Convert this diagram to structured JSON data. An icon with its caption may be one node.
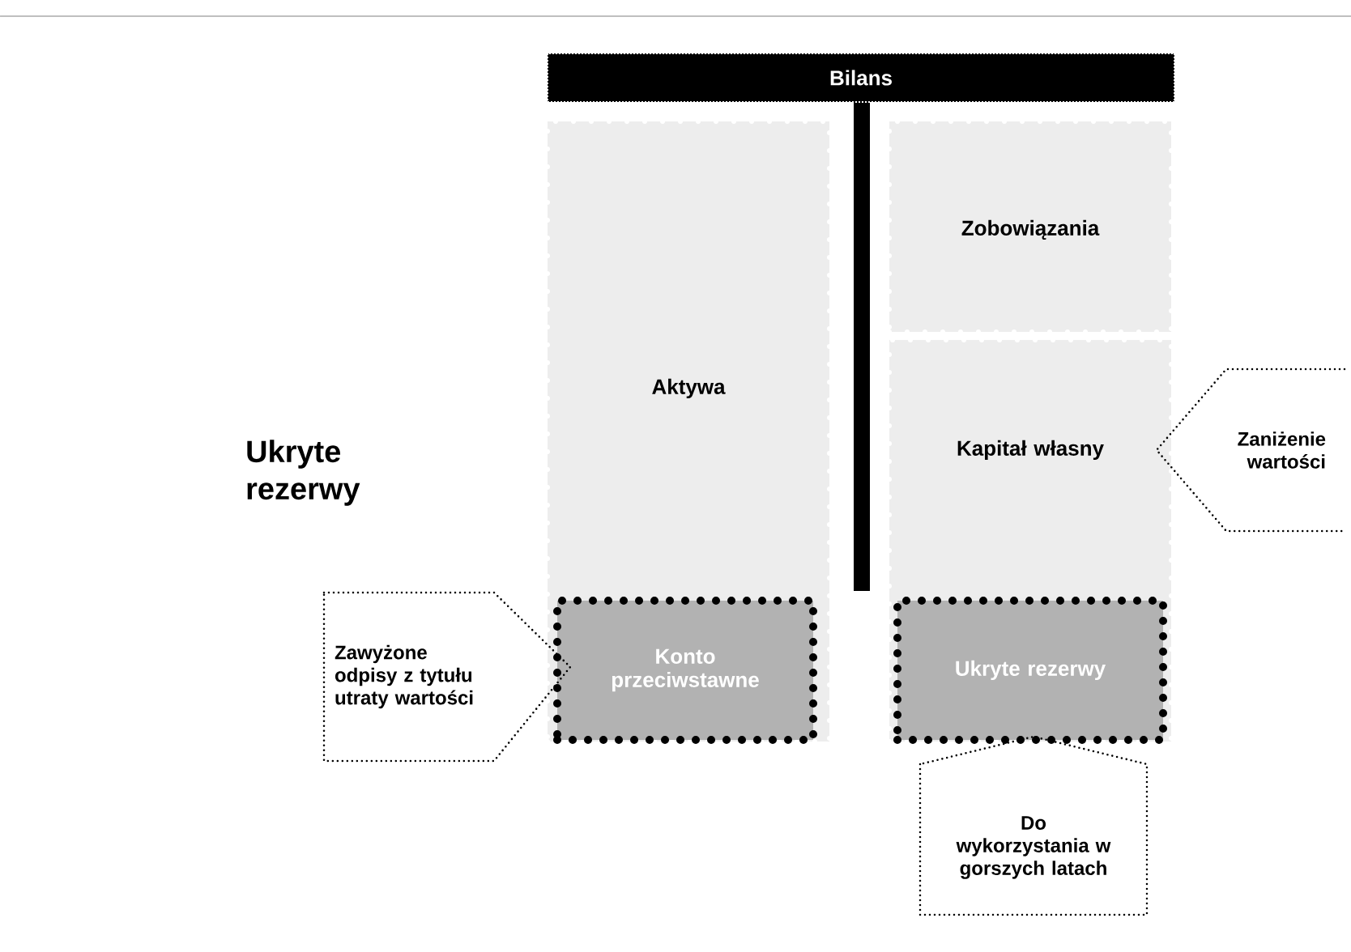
{
  "diagram": {
    "nodes": [
      {
        "text": [
          "Bilans"
        ]
      },
      {
        "text": [
          "Aktywa"
        ]
      },
      {
        "text": [
          "Zobowiązania"
        ]
      },
      {
        "text": [
          "Kapitał własny"
        ]
      },
      {
        "text": [
          "Konto przeciwstawne"
        ],
        "in": 1
      },
      {
        "text": [
          "Ukryte rezerwy"
        ],
        "in": 3
      },
      {
        "text": [
          "Zawyżone odpisy z tytułu utraty wartości"
        ]
      },
      {
        "text": [
          "Zaniżenie wartości"
        ]
      },
      {
        "text": [
          "Do wykorzystania w gorszych latach"
        ]
      }
    ],
    "labels": [
      "Ukryte rezerwy"
    ]
  }
}
